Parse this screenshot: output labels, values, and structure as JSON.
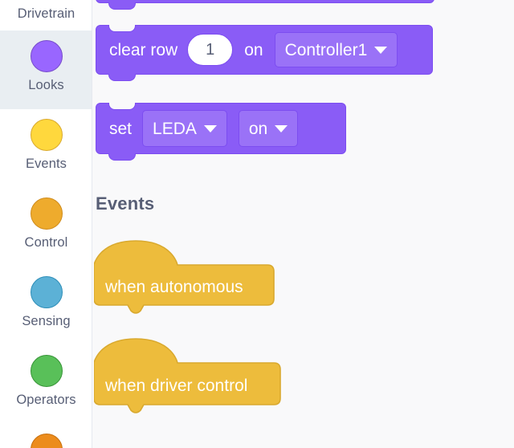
{
  "app": {
    "name": "vexcode-blocks-palette"
  },
  "sidebar": {
    "selected": "Looks",
    "items": [
      {
        "label": "Drivetrain",
        "color": "#4c97ff",
        "partial_top": true
      },
      {
        "label": "Looks",
        "color": "#9966ff",
        "selected": true
      },
      {
        "label": "Events",
        "color": "#ffd83d"
      },
      {
        "label": "Control",
        "color": "#eeab2d"
      },
      {
        "label": "Sensing",
        "color": "#5cb1d6"
      },
      {
        "label": "Operators",
        "color": "#59c059"
      },
      {
        "label": "",
        "color": "#ec8c1c",
        "partial_bottom": true
      }
    ]
  },
  "palette": {
    "section_heading": "Events",
    "blocks": [
      {
        "id": "clear-row",
        "type": "stack",
        "color": "#8a5cf6",
        "parts": [
          {
            "kind": "label",
            "text": "clear row"
          },
          {
            "kind": "number",
            "value": "1"
          },
          {
            "kind": "label",
            "text": "on"
          },
          {
            "kind": "dropdown",
            "value": "Controller1"
          }
        ]
      },
      {
        "id": "set-led",
        "type": "stack",
        "color": "#8a5cf6",
        "parts": [
          {
            "kind": "label",
            "text": "set"
          },
          {
            "kind": "dropdown",
            "value": "LEDA"
          },
          {
            "kind": "dropdown",
            "value": "on"
          }
        ]
      },
      {
        "id": "when-autonomous",
        "type": "hat",
        "color": "#edbc3c",
        "label": "when autonomous"
      },
      {
        "id": "when-driver-control",
        "type": "hat",
        "color": "#edbc3c",
        "label": "when driver control"
      }
    ]
  },
  "colors": {
    "canvas_bg": "#f9f9fa",
    "grid_dot": "#e7e7ea",
    "sidebar_bg": "#ffffff",
    "sidebar_selected_bg": "#e9eef2",
    "text_muted": "#575e75",
    "looks_purple": "#8a5cf6",
    "looks_purple_border": "#7c4df0",
    "dropdown_fill": "#9a72f7",
    "events_yellow": "#edbc3c",
    "events_yellow_border": "#d9a92e"
  }
}
